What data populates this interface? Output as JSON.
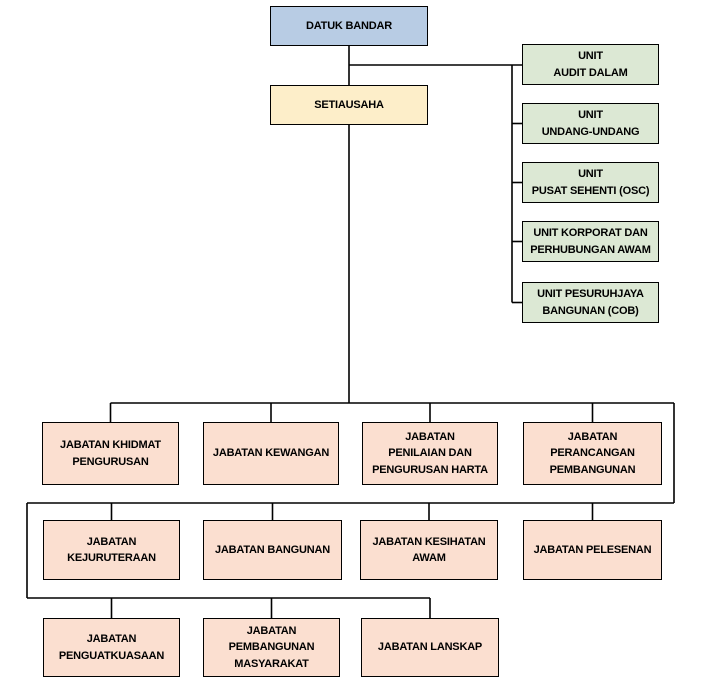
{
  "org": {
    "leader": {
      "label": "DATUK BANDAR"
    },
    "secretary": {
      "label": "SETIAUSAHA"
    },
    "units": [
      {
        "label": "UNIT\nAUDIT DALAM"
      },
      {
        "label": "UNIT\nUNDANG-UNDANG"
      },
      {
        "label": "UNIT\nPUSAT SEHENTI (OSC)"
      },
      {
        "label": "UNIT KORPORAT DAN\nPERHUBUNGAN AWAM"
      },
      {
        "label": "UNIT PESURUHJAYA\nBANGUNAN (COB)"
      }
    ],
    "departments": [
      {
        "label": "JABATAN KHIDMAT\nPENGURUSAN"
      },
      {
        "label": "JABATAN KEWANGAN"
      },
      {
        "label": "JABATAN\nPENILAIAN DAN\nPENGURUSAN HARTA"
      },
      {
        "label": "JABATAN\nPERANCANGAN\nPEMBANGUNAN"
      },
      {
        "label": "JABATAN\nKEJURUTERAAN"
      },
      {
        "label": "JABATAN BANGUNAN"
      },
      {
        "label": "JABATAN KESIHATAN\nAWAM"
      },
      {
        "label": "JABATAN PELESENAN"
      },
      {
        "label": "JABATAN\nPENGUATKUASAAN"
      },
      {
        "label": "JABATAN\nPEMBANGUNAN\nMASYARAKAT"
      },
      {
        "label": "JABATAN LANSKAP"
      }
    ],
    "colors": {
      "leader_fill": "#b8cce4",
      "secretary_fill": "#fdeec9",
      "unit_fill": "#dce8d4",
      "department_fill": "#fbdfd0",
      "line": "#000000"
    }
  }
}
